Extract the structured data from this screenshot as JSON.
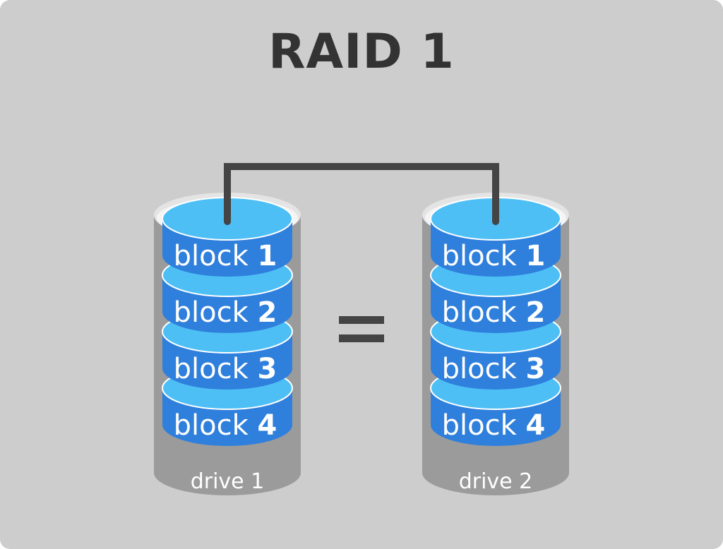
{
  "title": "RAID 1",
  "equals_symbol": "equals",
  "colors": {
    "background": "#cdcdcd",
    "title": "#333333",
    "block_side": "#2f7fdc",
    "block_top": "#4dbff5",
    "block_outline": "#ffffff",
    "drive_body": "#9b9b9b",
    "drive_rim": "#e4e4e4",
    "connector": "#444444"
  },
  "drives": [
    {
      "label": "drive 1",
      "blocks": [
        {
          "word": "block",
          "number": "1"
        },
        {
          "word": "block",
          "number": "2"
        },
        {
          "word": "block",
          "number": "3"
        },
        {
          "word": "block",
          "number": "4"
        }
      ]
    },
    {
      "label": "drive 2",
      "blocks": [
        {
          "word": "block",
          "number": "1"
        },
        {
          "word": "block",
          "number": "2"
        },
        {
          "word": "block",
          "number": "3"
        },
        {
          "word": "block",
          "number": "4"
        }
      ]
    }
  ]
}
